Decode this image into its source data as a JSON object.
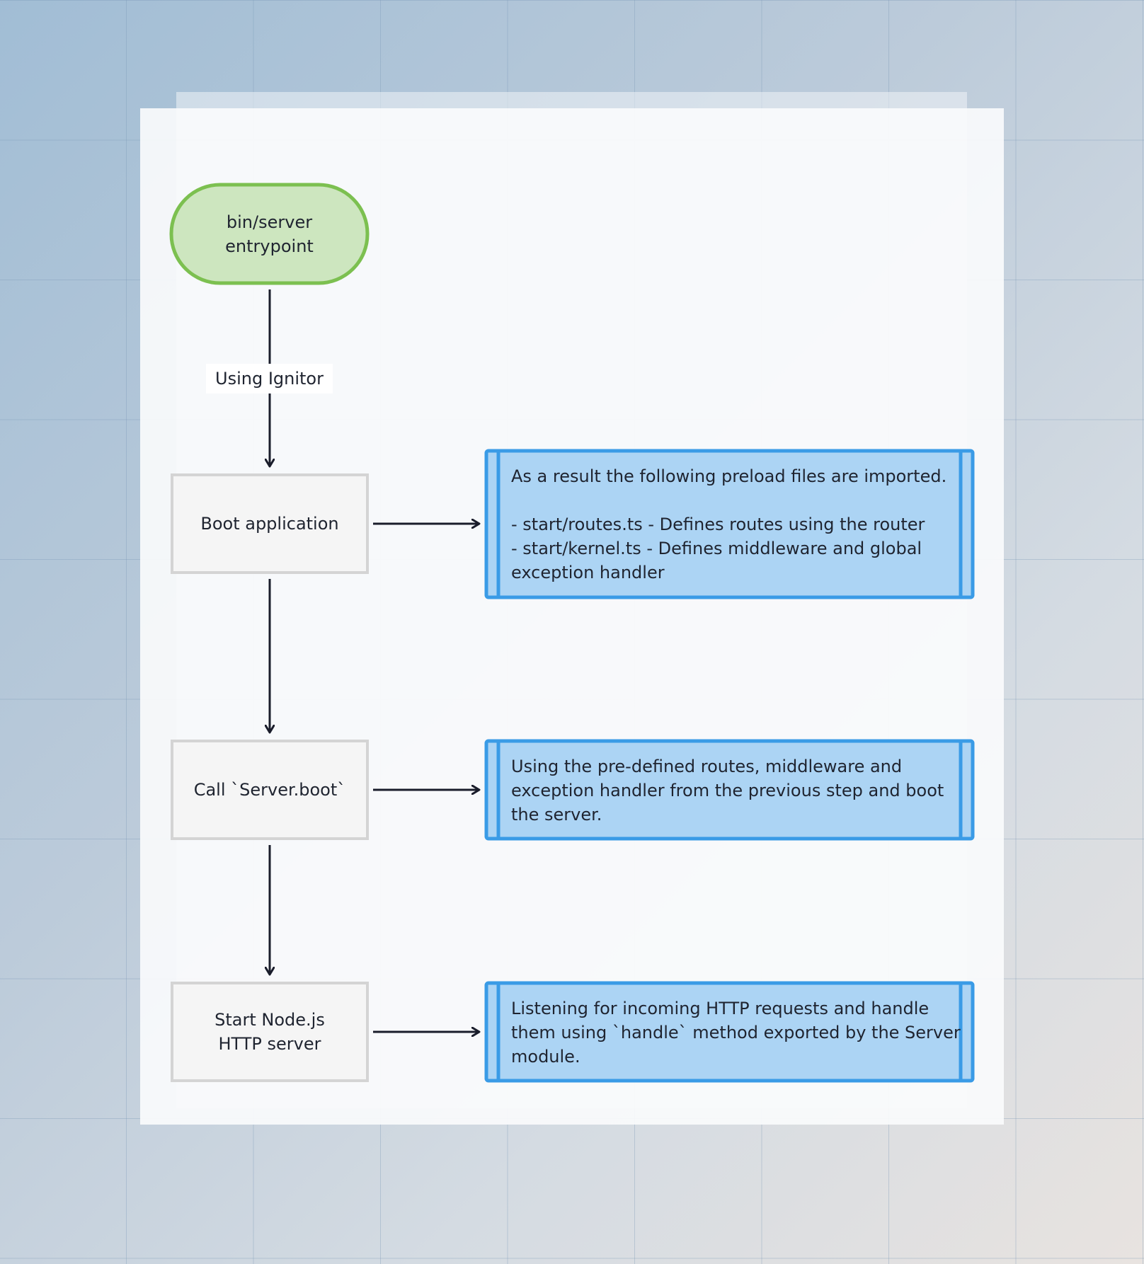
{
  "diagram": {
    "start": {
      "label": "bin/server\nentrypoint"
    },
    "edge_start_to_boot": {
      "label": "Using Ignitor"
    },
    "steps": [
      {
        "label": "Boot application",
        "note": "As a result the following preload files are imported.\n\n- start/routes.ts - Defines routes using the router\n- start/kernel.ts - Defines middleware and global\nexception handler"
      },
      {
        "label": "Call `Server.boot`",
        "note": "Using the pre-defined routes, middleware and\nexception handler from the previous step and boot\nthe server."
      },
      {
        "label": "Start Node.js\nHTTP server",
        "note": "Listening for incoming HTTP requests and handle\nthem using `handle` method exported by the Server\nmodule."
      }
    ],
    "colors": {
      "start_fill": "#cde6bf",
      "start_stroke": "#7cc050",
      "process_fill": "#f5f5f5",
      "process_stroke": "#d4d4d4",
      "note_fill": "#acd4f4",
      "note_stroke": "#3a9be6",
      "arrow": "#1a1d2b"
    }
  }
}
